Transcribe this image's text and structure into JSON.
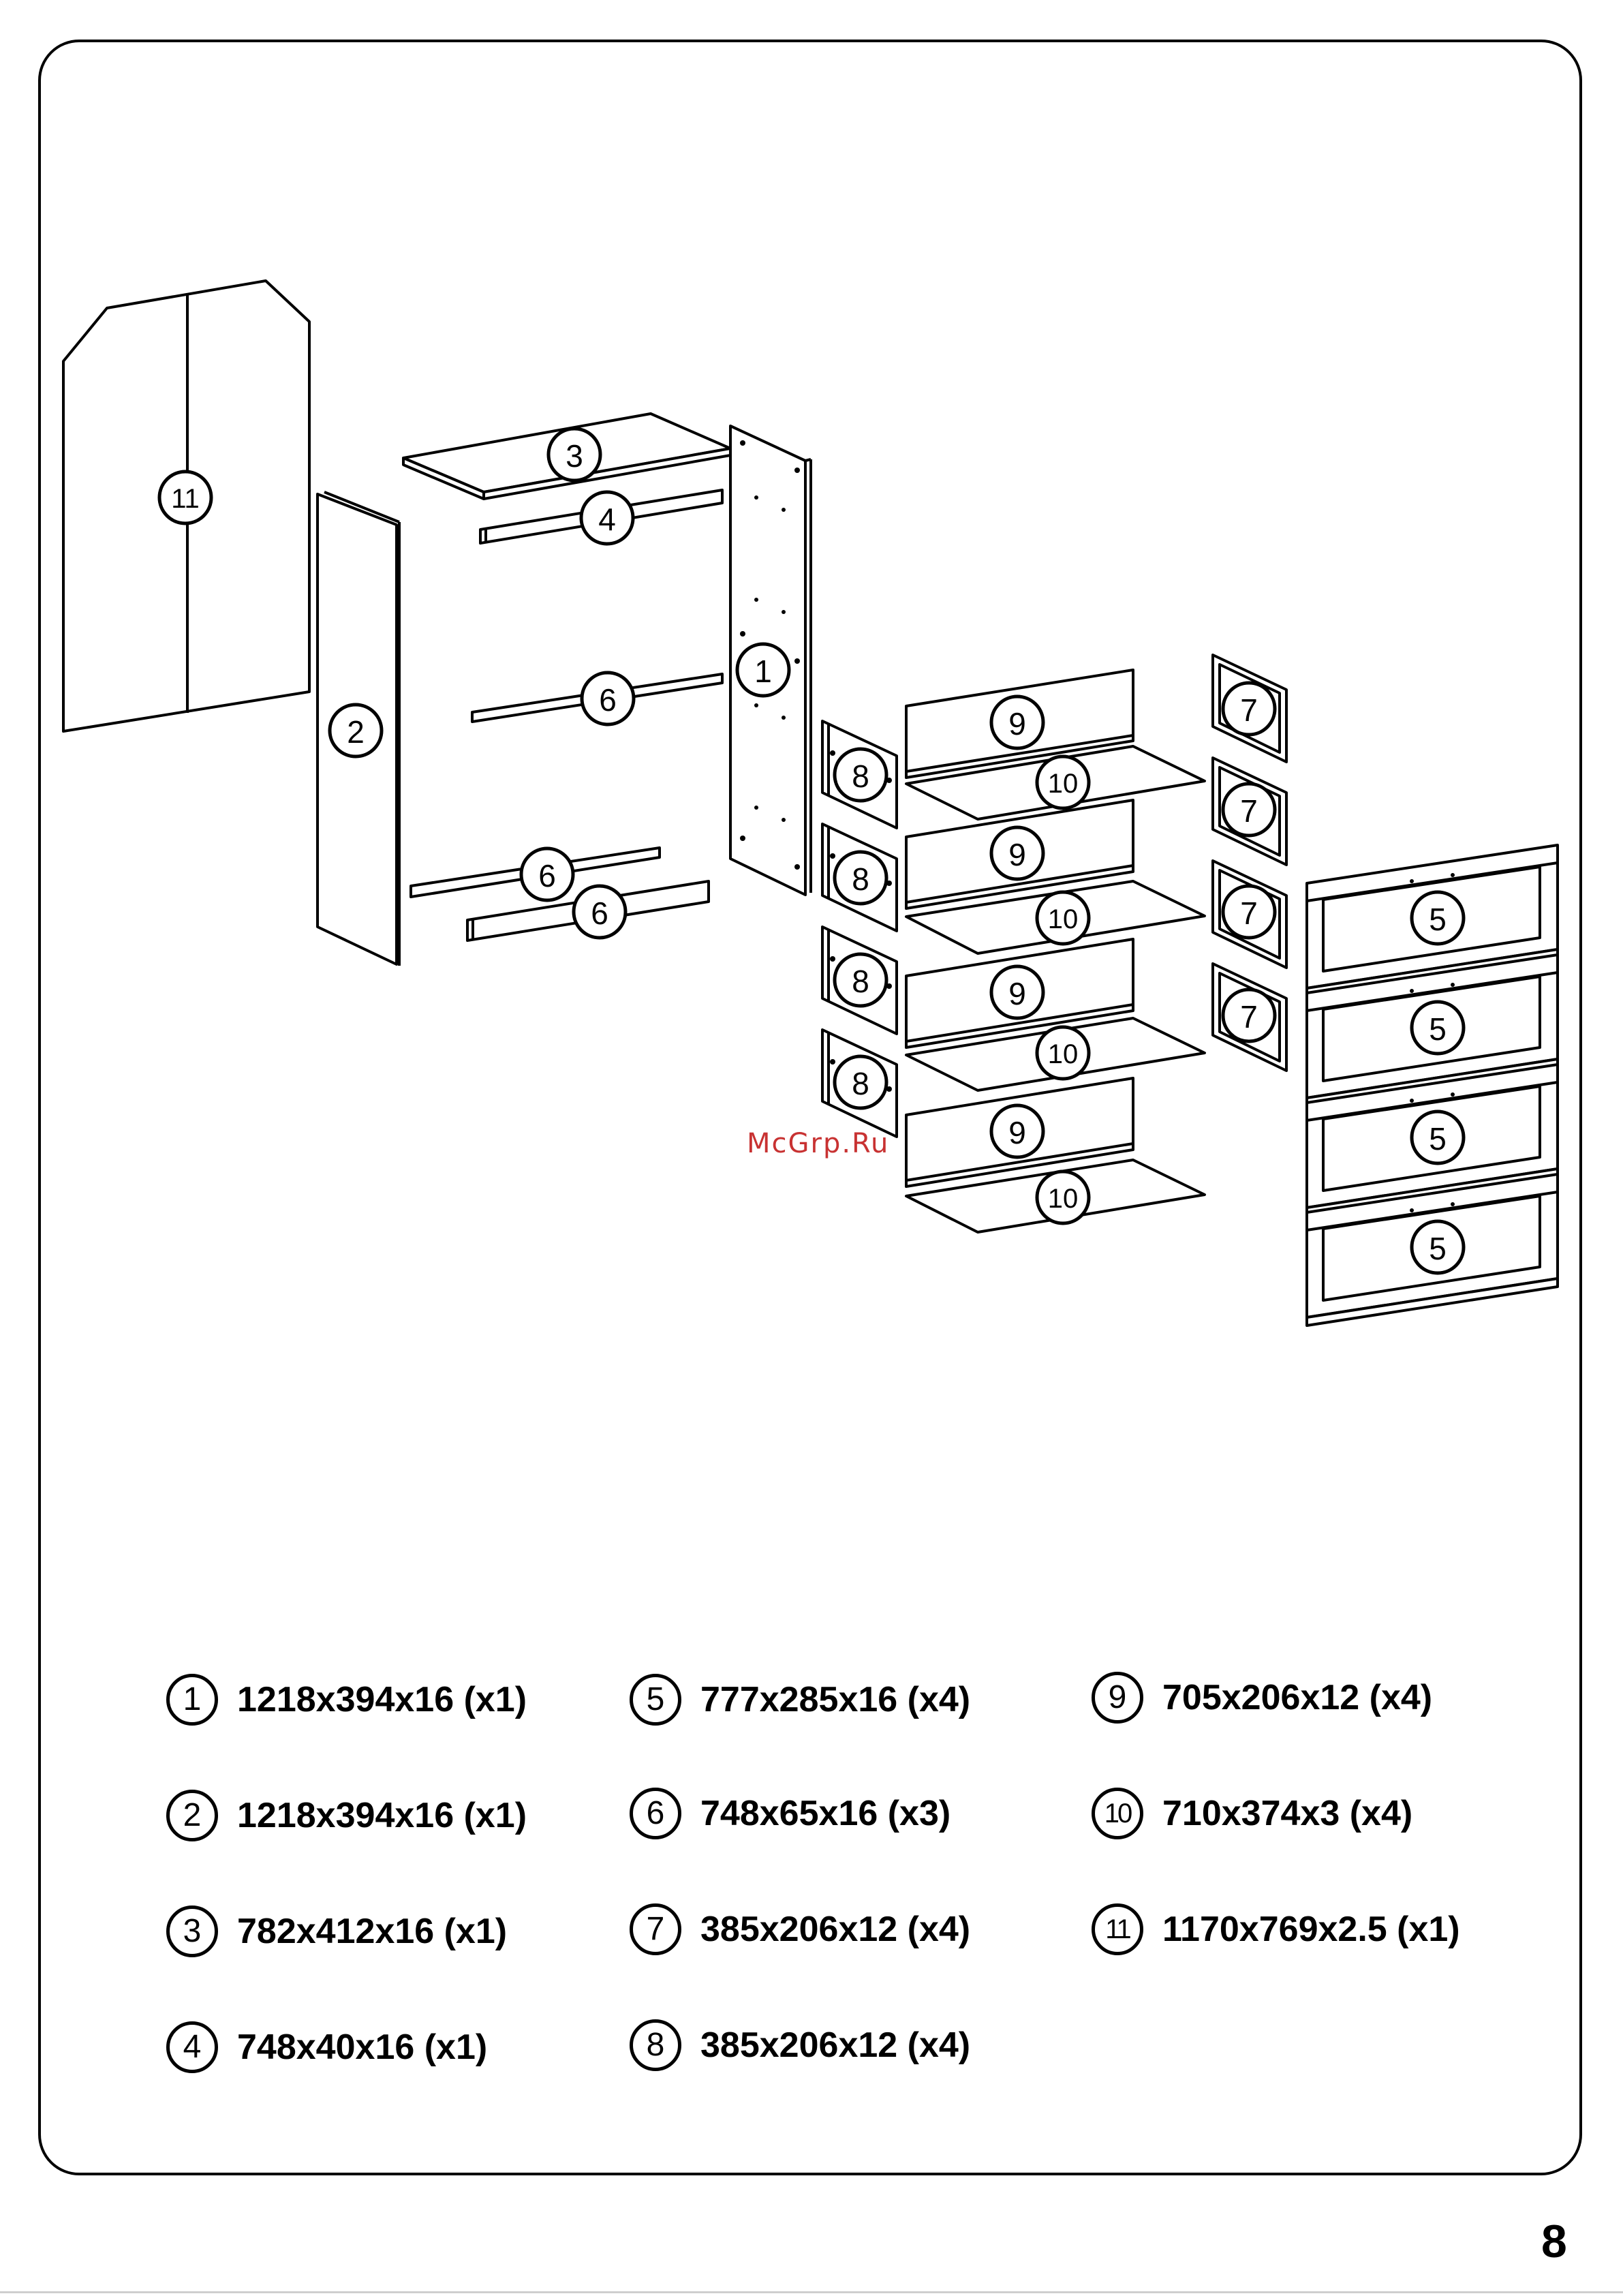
{
  "watermark": "McGrp.Ru",
  "page_number": "8",
  "callouts": [
    "1",
    "2",
    "3",
    "4",
    "5",
    "6",
    "7",
    "8",
    "9",
    "10",
    "11"
  ],
  "parts": [
    {
      "number": "1",
      "spec": "1218x394x16 (x1)"
    },
    {
      "number": "2",
      "spec": "1218x394x16 (x1)"
    },
    {
      "number": "3",
      "spec": "782x412x16 (x1)"
    },
    {
      "number": "4",
      "spec": "748x40x16 (x1)"
    },
    {
      "number": "5",
      "spec": "777x285x16 (x4)"
    },
    {
      "number": "6",
      "spec": "748x65x16 (x3)"
    },
    {
      "number": "7",
      "spec": "385x206x12 (x4)"
    },
    {
      "number": "8",
      "spec": "385x206x12 (x4)"
    },
    {
      "number": "9",
      "spec": "705x206x12 (x4)"
    },
    {
      "number": "10",
      "spec": "710x374x3 (x4)"
    },
    {
      "number": "11",
      "spec": "1170x769x2.5 (x1)"
    }
  ]
}
